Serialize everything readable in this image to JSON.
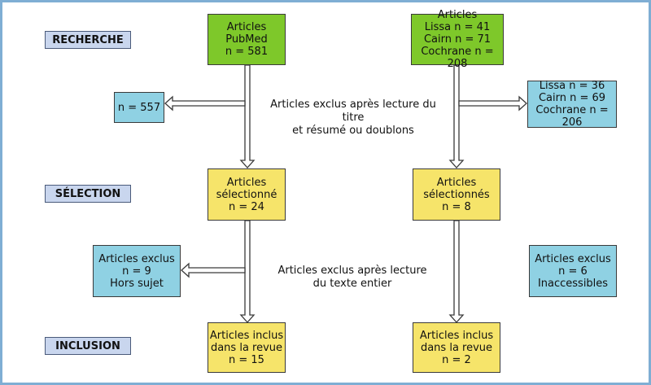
{
  "colors": {
    "green": "#7ec82a",
    "yellow": "#f6e46a",
    "blue": "#8fd1e3",
    "stage": "#c9d6ee",
    "frame": "#7faed4"
  },
  "stages": {
    "recherche": "RECHERCHE",
    "selection": "SÉLECTION",
    "inclusion": "INCLUSION"
  },
  "left": {
    "source": [
      "Articles",
      "PubMed",
      "n = 581"
    ],
    "excluded_1": [
      "n = 557"
    ],
    "selected": [
      "Articles",
      "sélectionné",
      "n = 24"
    ],
    "excluded_2": [
      "Articles exclus",
      "n = 9",
      "Hors sujet"
    ],
    "included": [
      "Articles inclus",
      "dans la revue",
      "n = 15"
    ]
  },
  "right": {
    "source": [
      "Articles",
      "Lissa n = 41",
      "Cairn n = 71",
      "Cochrane n = 208"
    ],
    "excluded_1": [
      "Lissa n = 36",
      "Cairn n = 69",
      "Cochrane n = 206"
    ],
    "selected": [
      "Articles",
      "sélectionnés",
      "n = 8"
    ],
    "excluded_2": [
      "Articles exclus",
      "n = 6",
      "Inaccessibles"
    ],
    "included": [
      "Articles inclus",
      "dans la revue",
      "n = 2"
    ]
  },
  "notes": {
    "exclusion_title": [
      "Articles exclus après lecture du titre",
      "et résumé ou doublons"
    ],
    "exclusion_text": [
      "Articles exclus après lecture",
      "du texte entier"
    ]
  }
}
